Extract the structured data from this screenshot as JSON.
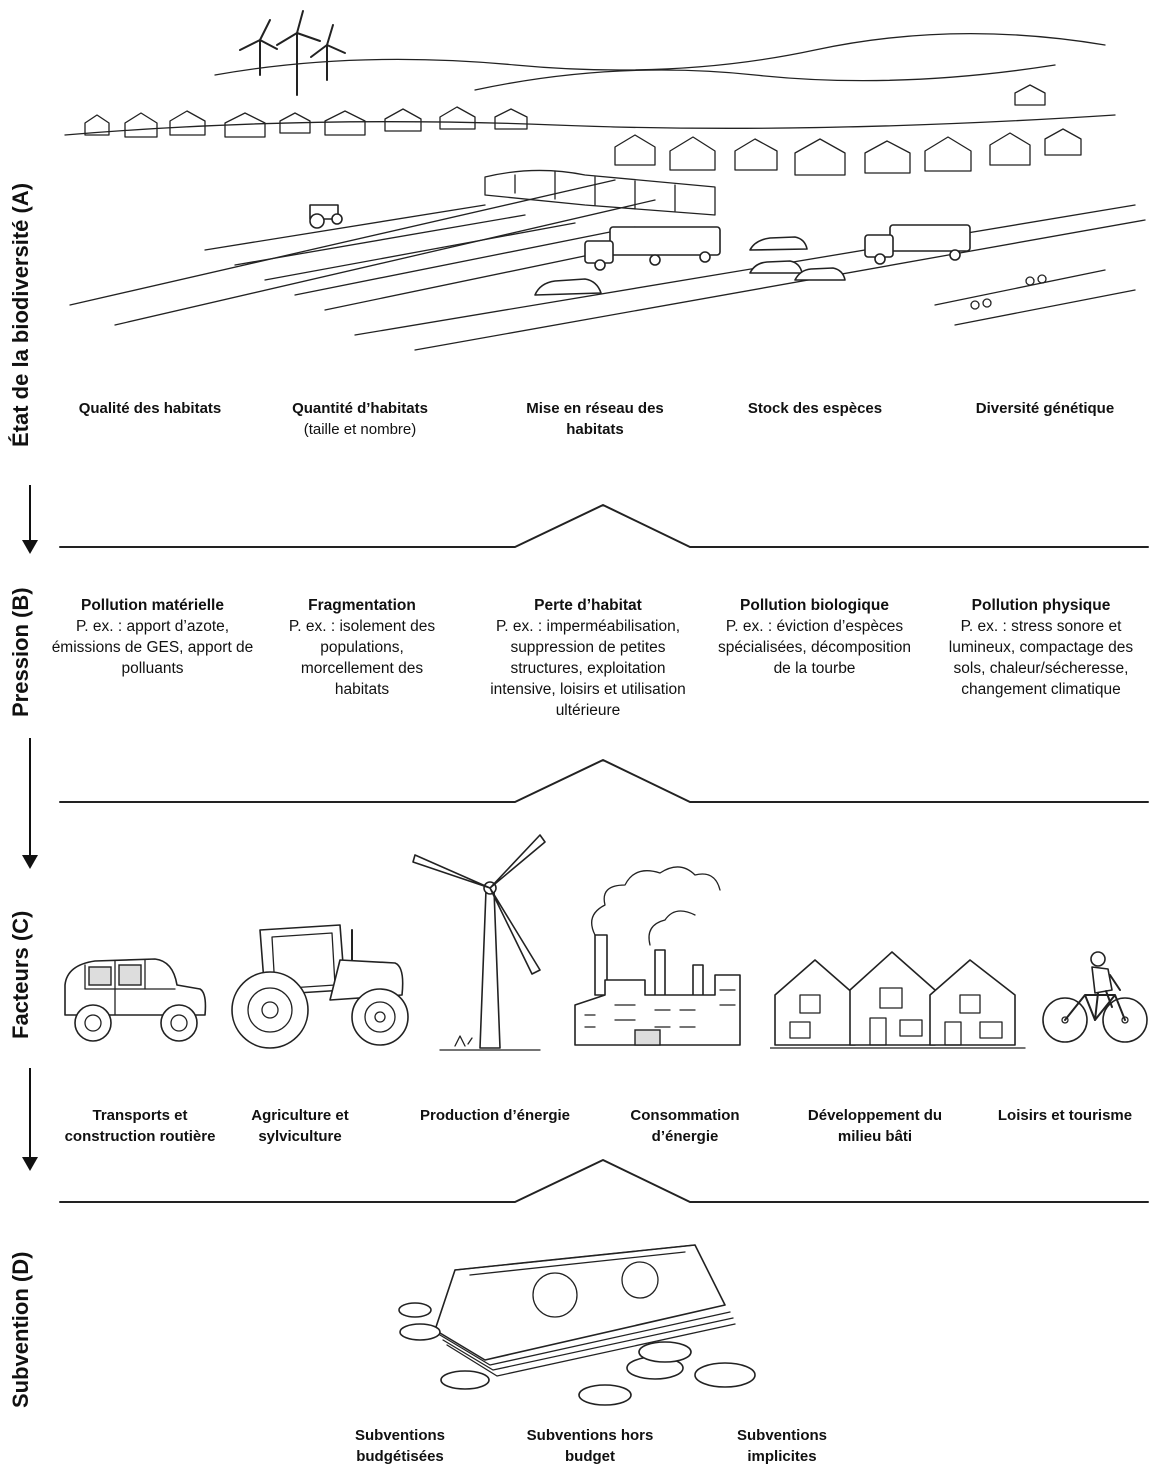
{
  "axis": {
    "state": "État de la biodiversité (A)",
    "pressure": "Pression (B)",
    "factors": "Facteurs (C)",
    "subsidy": "Subvention (D)"
  },
  "state_items": [
    {
      "title": "Qualité des habitats",
      "sub": ""
    },
    {
      "title": "Quantité d’habitats",
      "sub": "(taille et nombre)"
    },
    {
      "title": "Mise en réseau des habitats",
      "sub": ""
    },
    {
      "title": "Stock des espèces",
      "sub": ""
    },
    {
      "title": "Diversité génétique",
      "sub": ""
    }
  ],
  "pressure_items": [
    {
      "title": "Pollution matérielle",
      "desc": "P. ex. : apport d’azote, émissions de GES, apport de polluants"
    },
    {
      "title": "Fragmentation",
      "desc": "P. ex. : isolement des populations, morcellement des habitats"
    },
    {
      "title": "Perte d’habitat",
      "desc": "P. ex. : imperméabilisation, suppression de petites structures, exploitation intensive, loisirs et utilisation ultérieure"
    },
    {
      "title": "Pollution biologique",
      "desc": "P. ex. : éviction d’espèces spécialisées, décomposition de la tourbe"
    },
    {
      "title": "Pollution physique",
      "desc": "P. ex. : stress sonore et lumineux, compactage des sols, chaleur/sécheresse, changement climatique"
    }
  ],
  "factor_items": [
    {
      "title": "Transports et construction routière"
    },
    {
      "title": "Agriculture et sylviculture"
    },
    {
      "title": "Production d’énergie"
    },
    {
      "title": "Consommation d’énergie"
    },
    {
      "title": "Développement du milieu bâti"
    },
    {
      "title": "Loisirs et tourisme"
    }
  ],
  "subsidy_items": [
    {
      "title": "Subventions budgétisées"
    },
    {
      "title": "Subventions hors budget"
    },
    {
      "title": "Subventions implicites"
    }
  ]
}
